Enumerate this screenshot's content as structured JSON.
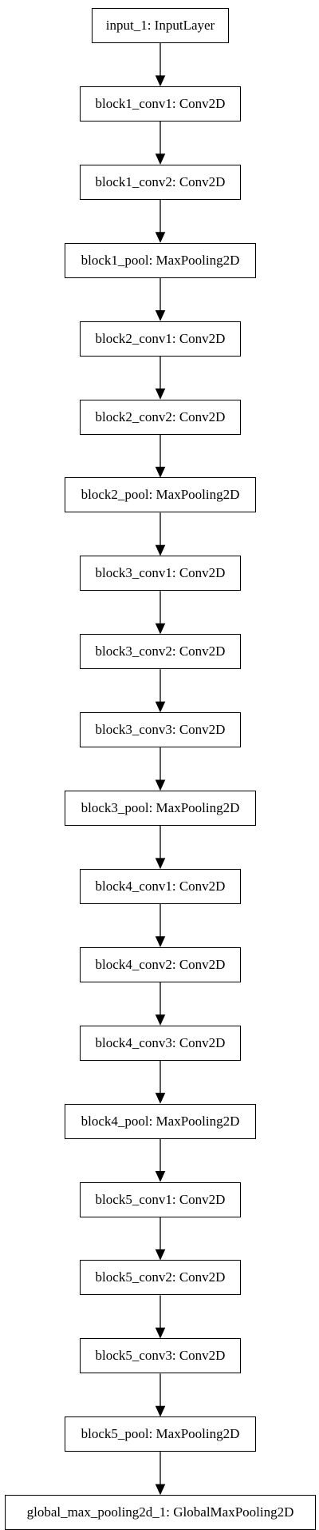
{
  "colors": {
    "stroke": "#000000",
    "background": "#ffffff"
  },
  "nodes": [
    {
      "id": "input_1",
      "label": "input_1: InputLayer"
    },
    {
      "id": "block1_conv1",
      "label": "block1_conv1: Conv2D"
    },
    {
      "id": "block1_conv2",
      "label": "block1_conv2: Conv2D"
    },
    {
      "id": "block1_pool",
      "label": "block1_pool: MaxPooling2D"
    },
    {
      "id": "block2_conv1",
      "label": "block2_conv1: Conv2D"
    },
    {
      "id": "block2_conv2",
      "label": "block2_conv2: Conv2D"
    },
    {
      "id": "block2_pool",
      "label": "block2_pool: MaxPooling2D"
    },
    {
      "id": "block3_conv1",
      "label": "block3_conv1: Conv2D"
    },
    {
      "id": "block3_conv2",
      "label": "block3_conv2: Conv2D"
    },
    {
      "id": "block3_conv3",
      "label": "block3_conv3: Conv2D"
    },
    {
      "id": "block3_pool",
      "label": "block3_pool: MaxPooling2D"
    },
    {
      "id": "block4_conv1",
      "label": "block4_conv1: Conv2D"
    },
    {
      "id": "block4_conv2",
      "label": "block4_conv2: Conv2D"
    },
    {
      "id": "block4_conv3",
      "label": "block4_conv3: Conv2D"
    },
    {
      "id": "block4_pool",
      "label": "block4_pool: MaxPooling2D"
    },
    {
      "id": "block5_conv1",
      "label": "block5_conv1: Conv2D"
    },
    {
      "id": "block5_conv2",
      "label": "block5_conv2: Conv2D"
    },
    {
      "id": "block5_conv3",
      "label": "block5_conv3: Conv2D"
    },
    {
      "id": "block5_pool",
      "label": "block5_pool: MaxPooling2D"
    },
    {
      "id": "global_max_pooling2d_1",
      "label": "global_max_pooling2d_1: GlobalMaxPooling2D"
    }
  ]
}
